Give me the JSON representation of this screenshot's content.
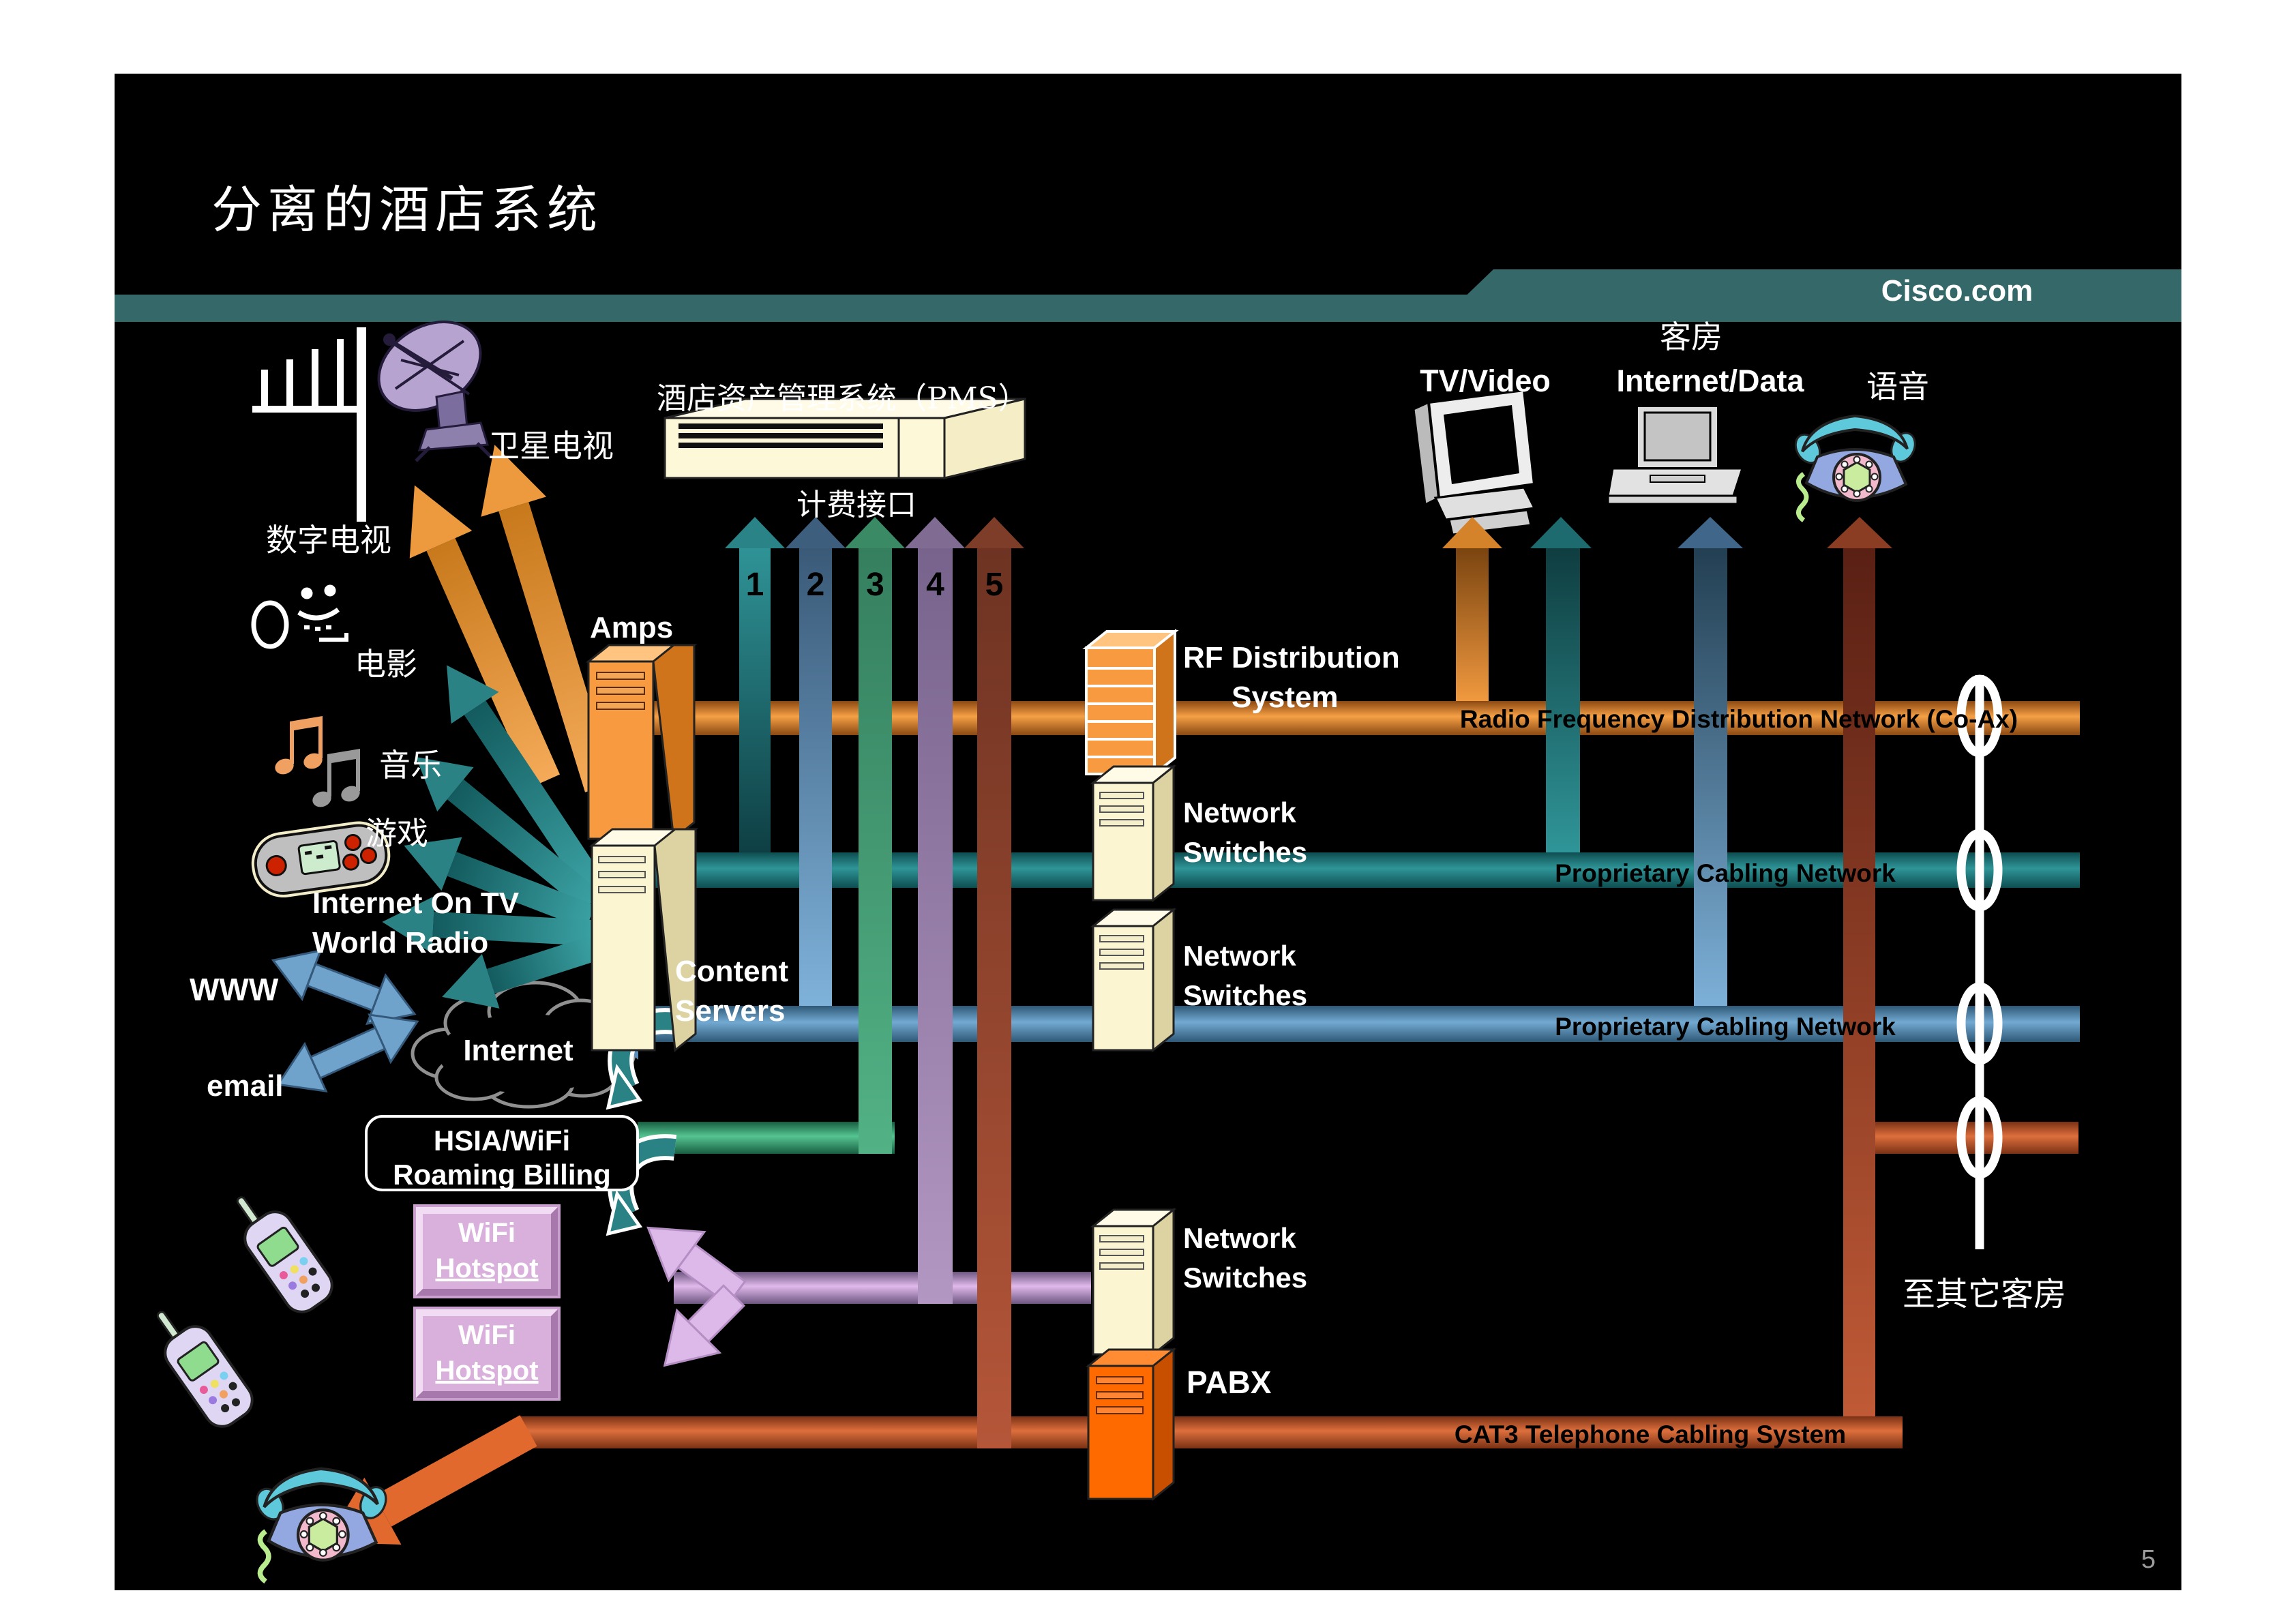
{
  "title": "分离的酒店系统",
  "brand": "Cisco.com",
  "page_number": "5",
  "room": {
    "heading": "客房",
    "tv": "TV/Video",
    "data": "Internet/Data",
    "voice": "语音"
  },
  "pms": {
    "label": "酒店资产管理系统（PMS）",
    "billing": "计费接口",
    "ports": [
      "1",
      "2",
      "3",
      "4",
      "5"
    ]
  },
  "left": {
    "satellite_tv": "卫星电视",
    "digital_tv": "数字电视",
    "movies": "电影",
    "music": "音乐",
    "games": "游戏",
    "iptv": "Internet On TV",
    "world_radio": "World Radio",
    "www": "WWW",
    "email": "email",
    "internet": "Internet"
  },
  "servers": {
    "amps": "Amps",
    "content_line1": "Content",
    "content_line2": "Servers",
    "rf_line1": "RF Distribution",
    "rf_line2": "System",
    "pabx": "PABX"
  },
  "switches": [
    {
      "line1": "Network",
      "line2": "Switches"
    },
    {
      "line1": "Network",
      "line2": "Switches"
    },
    {
      "line1": "Network",
      "line2": "Switches"
    }
  ],
  "buses": {
    "rf": "Radio Frequency Distribution Network (Co-Ax)",
    "prop1": "Proprietary Cabling Network",
    "prop2": "Proprietary Cabling Network",
    "cat3": "CAT3 Telephone Cabling System"
  },
  "hsia": {
    "line1": "HSIA/WiFi",
    "line2": "Roaming Billing"
  },
  "hotspots": [
    {
      "line1": "WiFi",
      "line2": "Hotspot"
    },
    {
      "line1": "WiFi",
      "line2": "Hotspot"
    }
  ],
  "right": {
    "to_rooms": "至其它客房"
  },
  "colors": {
    "banner": "#356868",
    "bus_rf": "#f5a045",
    "bus_prop1": "#2f9598",
    "bus_prop2": "#73aad2",
    "bus_cat3": "#dd6f3d",
    "bus_purple": "#d9aee2",
    "bus_green": "#52c08e"
  }
}
